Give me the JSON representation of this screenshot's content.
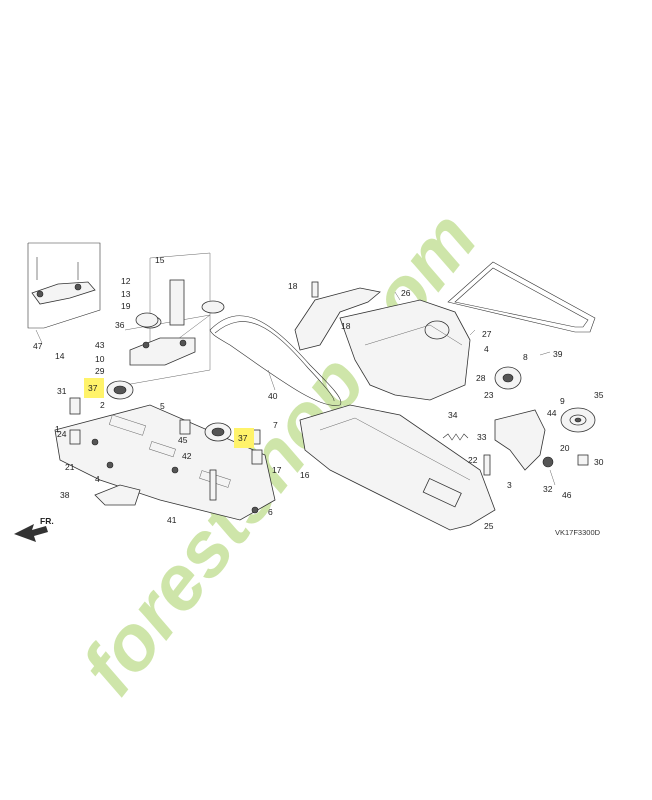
{
  "diagram": {
    "code": "VK17F3300D",
    "direction_label": "FR.",
    "labels": [
      "1",
      "2",
      "3",
      "4",
      "5",
      "6",
      "7",
      "8",
      "9",
      "10",
      "12",
      "13",
      "14",
      "15",
      "16",
      "17",
      "18",
      "19",
      "20",
      "21",
      "22",
      "23",
      "24",
      "25",
      "26",
      "27",
      "28",
      "29",
      "30",
      "31",
      "32",
      "33",
      "34",
      "35",
      "36",
      "37",
      "38",
      "39",
      "40",
      "41",
      "42",
      "43",
      "44",
      "45",
      "46",
      "47"
    ],
    "highlighted": [
      "37",
      "37"
    ]
  },
  "watermark": {
    "text": "forestshop.com",
    "colors": {
      "green": "#c9e3a0",
      "orange": "#f3c9a1",
      "gray": "#d8d2c6"
    }
  }
}
